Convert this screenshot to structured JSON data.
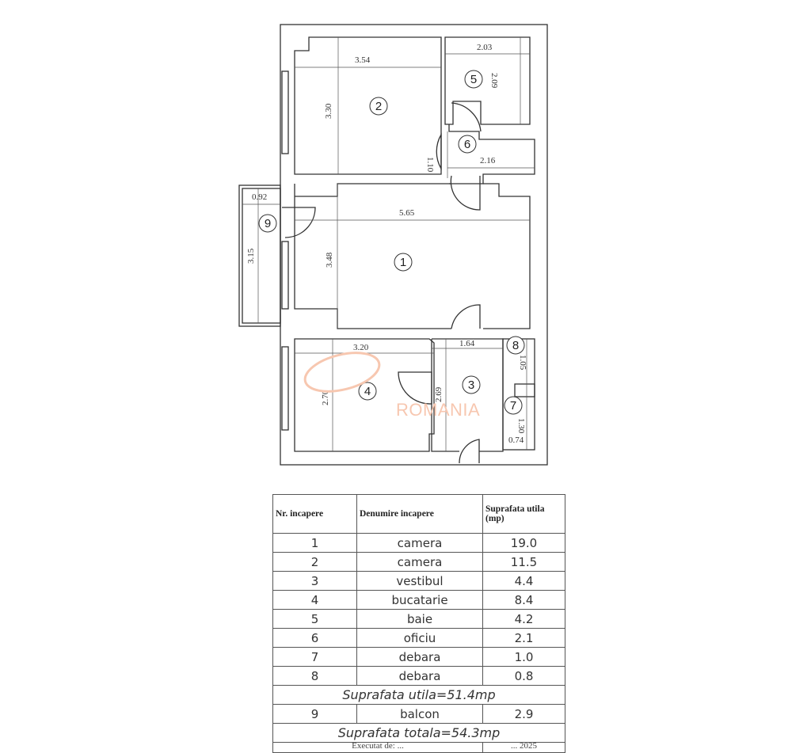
{
  "floor_plan": {
    "rooms": [
      {
        "number": "1",
        "dims": [
          "5.65",
          "3.48"
        ]
      },
      {
        "number": "2",
        "dims": [
          "3.54",
          "3.30"
        ]
      },
      {
        "number": "3",
        "dims": [
          "1.64",
          "2.69"
        ]
      },
      {
        "number": "4",
        "dims": [
          "3.20",
          "2.70"
        ]
      },
      {
        "number": "5",
        "dims": [
          "2.03",
          "2.09"
        ]
      },
      {
        "number": "6",
        "dims": [
          "2.16",
          "1.10"
        ]
      },
      {
        "number": "7",
        "dims": [
          "0.74",
          "1.30"
        ]
      },
      {
        "number": "8",
        "dims": [
          "1.05"
        ]
      },
      {
        "number": "9",
        "dims": [
          "0.92",
          "3.15"
        ]
      }
    ],
    "watermark": "ROMANIA",
    "watermark_color": "#f7c7b0",
    "line_color": "#333333"
  },
  "table": {
    "headers": {
      "nr": "Nr. incapere",
      "name": "Denumire incapere",
      "area": "Suprafata utila (mp)"
    },
    "rows": [
      {
        "nr": "1",
        "name": "camera",
        "area": "19.0"
      },
      {
        "nr": "2",
        "name": "camera",
        "area": "11.5"
      },
      {
        "nr": "3",
        "name": "vestibul",
        "area": "4.4"
      },
      {
        "nr": "4",
        "name": "bucatarie",
        "area": "8.4"
      },
      {
        "nr": "5",
        "name": "baie",
        "area": "4.2"
      },
      {
        "nr": "6",
        "name": "oficiu",
        "area": "2.1"
      },
      {
        "nr": "7",
        "name": "debara",
        "area": "1.0"
      },
      {
        "nr": "8",
        "name": "debara",
        "area": "0.8"
      }
    ],
    "subtotal": "Suprafata utila=51.4mp",
    "balcony": {
      "nr": "9",
      "name": "balcon",
      "area": "2.9"
    },
    "total": "Suprafata totala=54.3mp",
    "footer_cut": {
      "left": "Executat de: ...",
      "right": "... 2025"
    }
  }
}
